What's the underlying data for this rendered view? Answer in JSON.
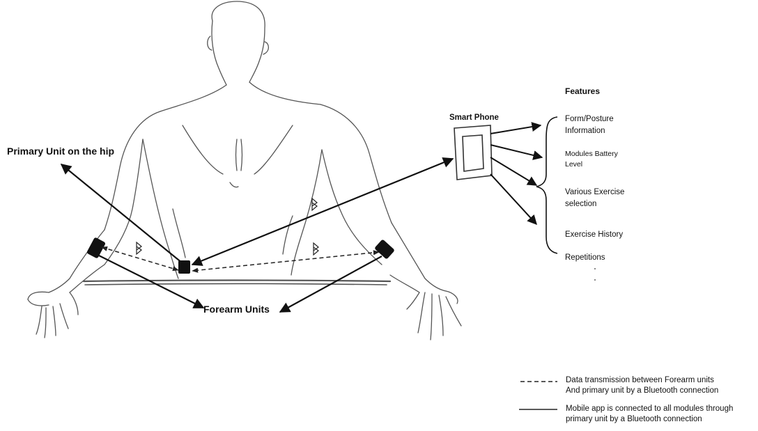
{
  "labels": {
    "primary_unit": "Primary Unit on the hip",
    "forearm_units": "Forearm Units",
    "smart_phone": "Smart Phone",
    "features_heading": "Features"
  },
  "features": [
    {
      "line1": "Form/Posture",
      "line2": "Information"
    },
    {
      "line1": "Modules Battery",
      "line2": "Level"
    },
    {
      "line1": "Various Exercise",
      "line2": "selection"
    },
    {
      "line1": "Exercise History",
      "line2": ""
    },
    {
      "line1": "Repetitions",
      "line2": ""
    }
  ],
  "legend": [
    {
      "style": "dashed",
      "line1": "Data transmission between Forearm units",
      "line2": "And primary unit by a Bluetooth connection"
    },
    {
      "style": "solid",
      "line1": "Mobile app is connected to all modules through",
      "line2": "primary unit by a Bluetooth connection"
    }
  ],
  "icons": [
    "bluetooth-icon",
    "smartphone-icon"
  ],
  "colors": {
    "ink": "#111111",
    "sketch": "#555555",
    "device": "#111111"
  }
}
